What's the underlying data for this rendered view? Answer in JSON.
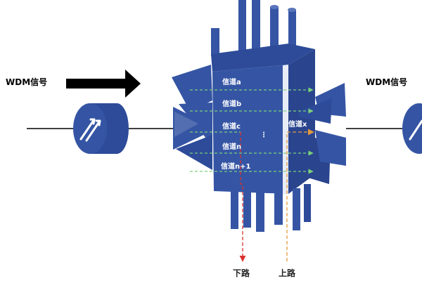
{
  "colors": {
    "device_front": "#3555a4",
    "device_top": "#2d4b99",
    "device_side": "#2a448e",
    "highlight": "#e8ecf6",
    "channel_line": "#7ad07a",
    "drop_line": "#d8322e",
    "add_line": "#e39a3c",
    "arrow": "#000000"
  },
  "labels": {
    "input_signal": "WDM信号",
    "output_signal": "WDM信号",
    "channel_a": "信道a",
    "channel_b": "信道b",
    "channel_c": "信道c",
    "channel_n": "信道n",
    "channel_n1": "信道n+1",
    "channel_x": "信道x",
    "ellipsis": "⋮",
    "drop": "下路",
    "add": "上路"
  },
  "icons": {
    "input_connector": "double-arrow-connector-icon",
    "output_connector": "double-arrow-connector-icon",
    "input_arrow": "thick-right-arrow-icon"
  }
}
